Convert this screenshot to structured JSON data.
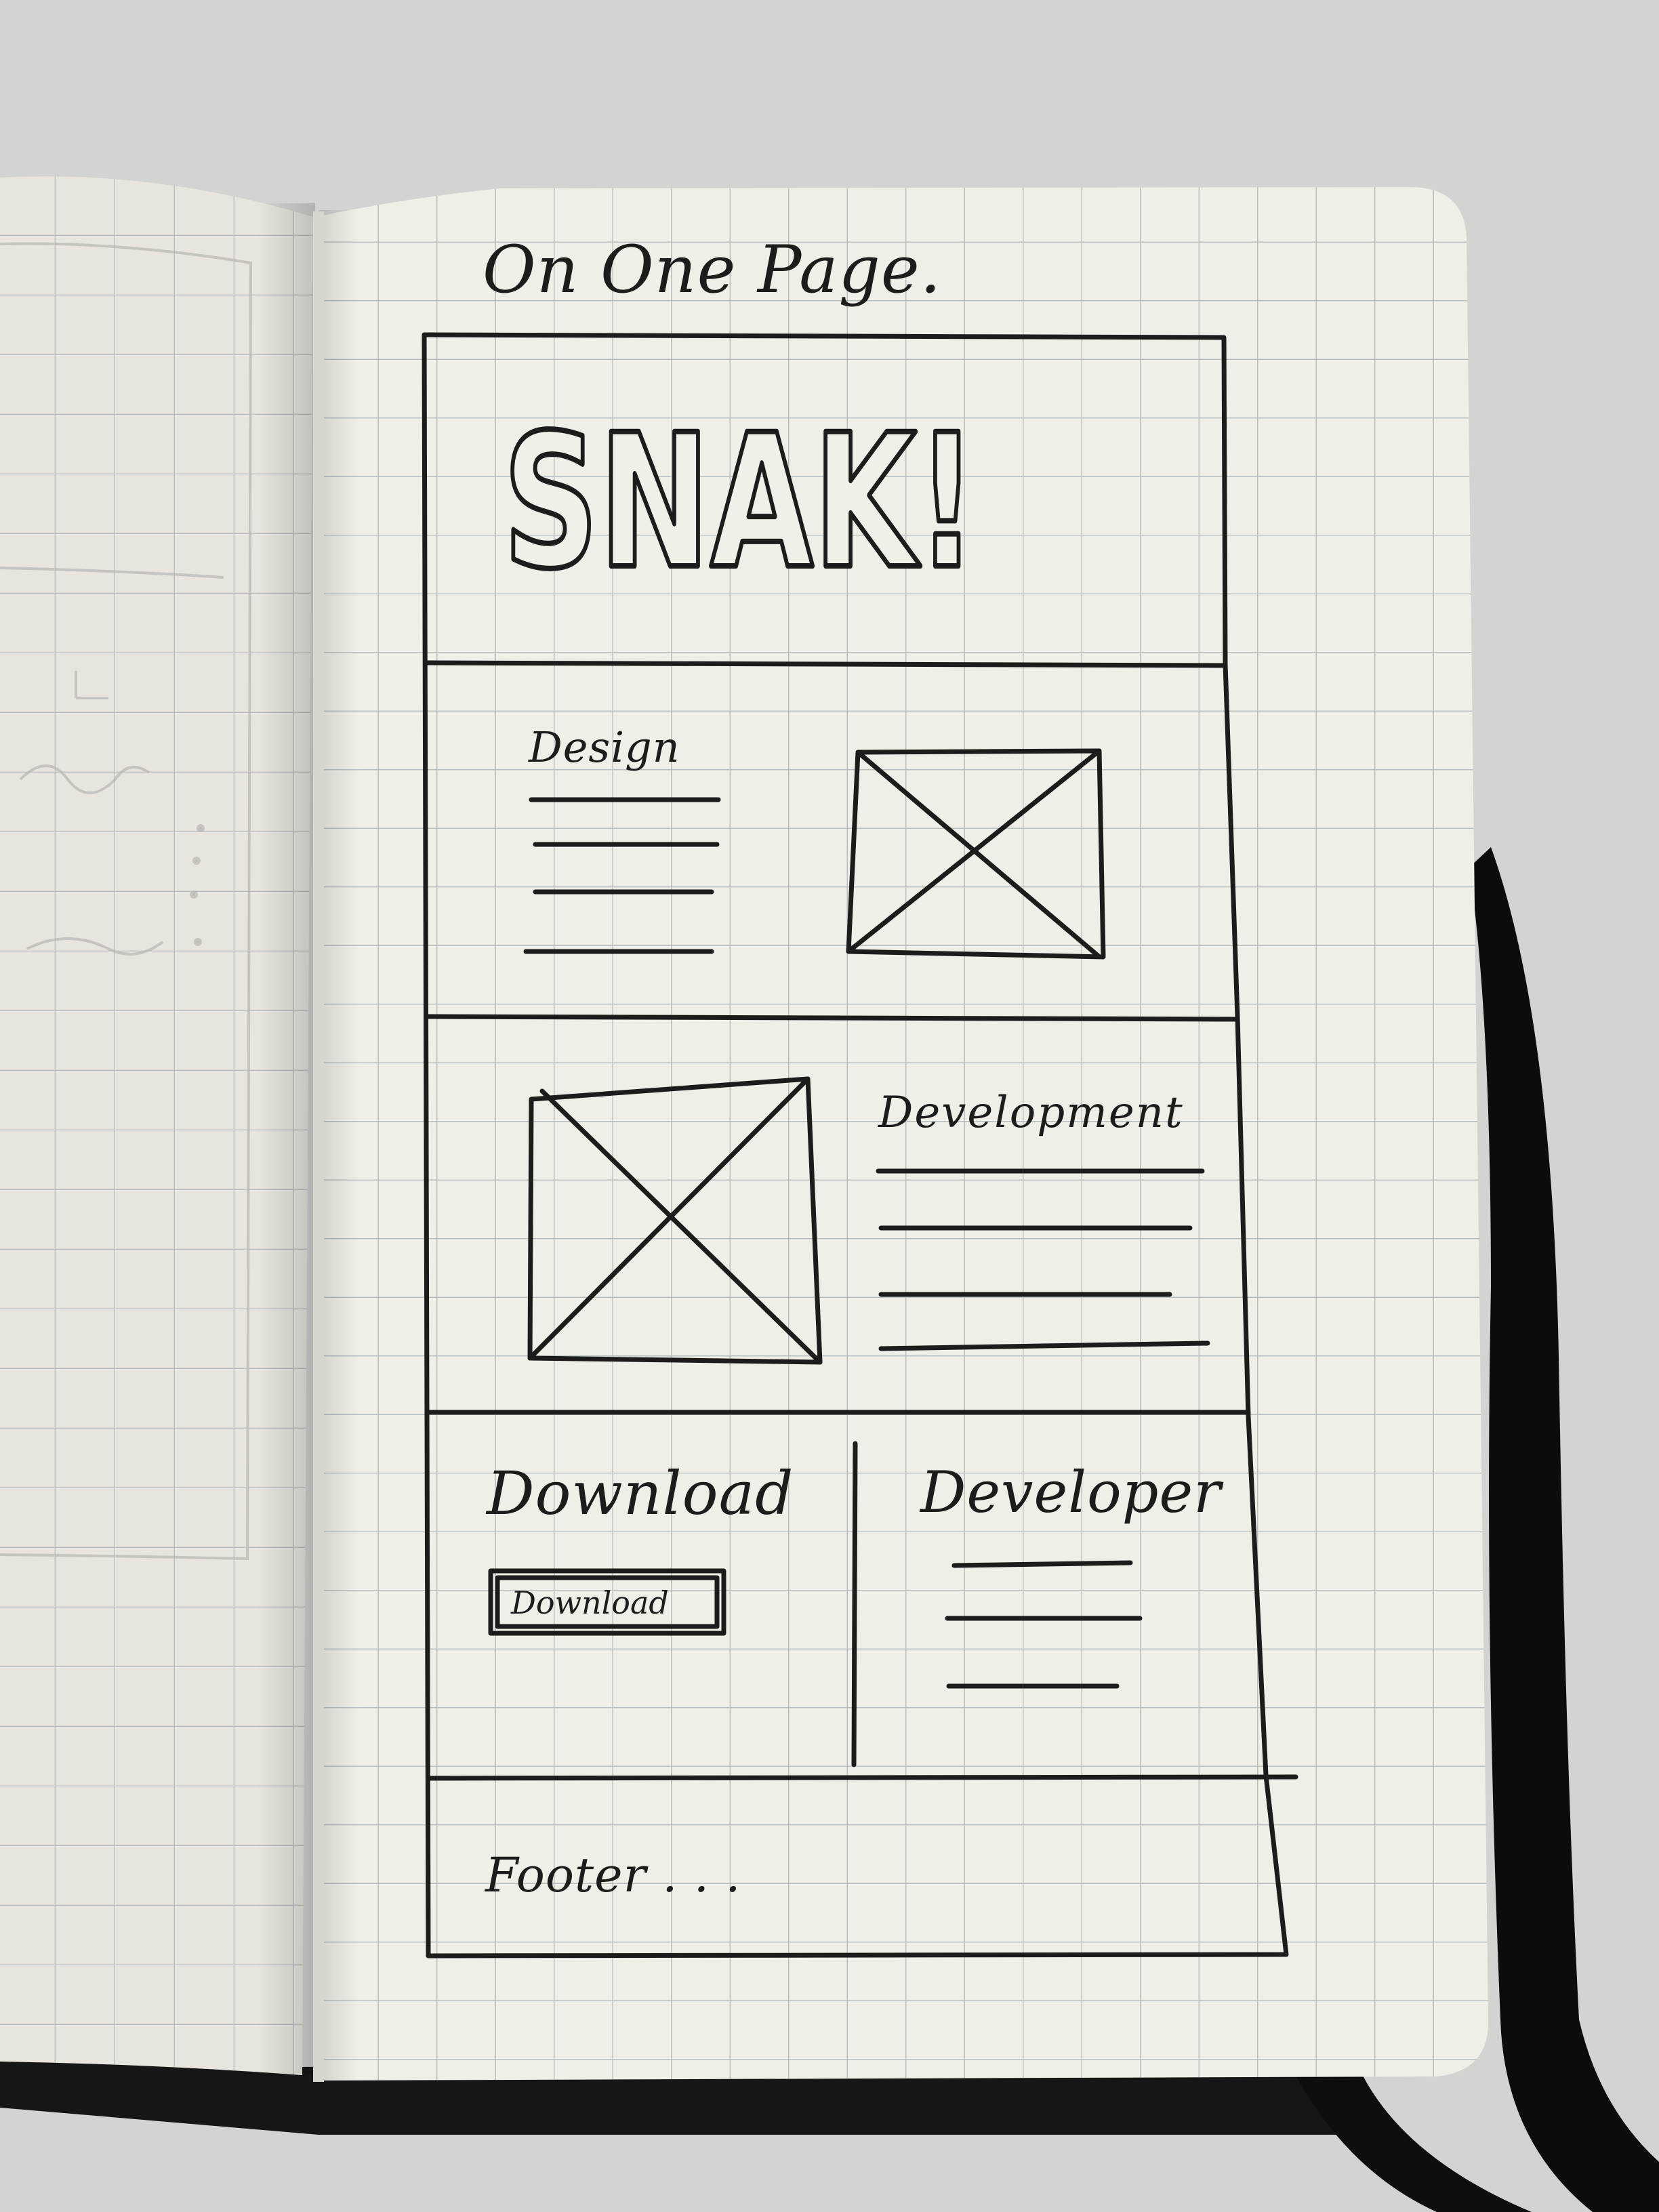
{
  "sketch": {
    "page_title": "On One Page.",
    "logo_text": "SNAK!",
    "sections": {
      "design": {
        "heading": "Design"
      },
      "development": {
        "heading": "Development"
      },
      "download": {
        "heading": "Download",
        "button_label": "Download"
      },
      "developer": {
        "heading": "Developer"
      },
      "footer": {
        "text": "Footer . . ."
      }
    }
  },
  "colors": {
    "wall": "#d3d3d1",
    "left_page": "#e7e5de",
    "right_page": "#efeee7",
    "grid_line": "#b9c0c2",
    "ink": "#1c1c1c",
    "elastic_band": "#0c0c0c"
  }
}
